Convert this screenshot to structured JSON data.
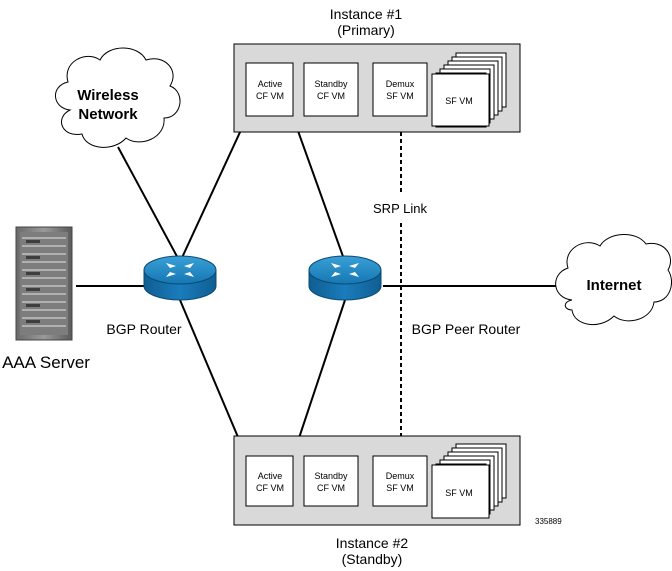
{
  "instance1": {
    "title": "Instance #1",
    "subtitle": "(Primary)",
    "active_cf": [
      "Active",
      "CF VM"
    ],
    "standby_cf": [
      "Standby",
      "CF VM"
    ],
    "demux_sf": [
      "Demux",
      "SF VM"
    ],
    "sf": "SF VM"
  },
  "instance2": {
    "title": "Instance #2",
    "subtitle": "(Standby)",
    "active_cf": [
      "Active",
      "CF VM"
    ],
    "standby_cf": [
      "Standby",
      "CF VM"
    ],
    "demux_sf": [
      "Demux",
      "SF VM"
    ],
    "sf": "SF VM"
  },
  "wireless_network": [
    "Wireless",
    "Network"
  ],
  "internet": "Internet",
  "aaa_server": "AAA Server",
  "bgp_router": "BGP Router",
  "bgp_peer_router": "BGP Peer Router",
  "srp_link": "SRP Link",
  "figure_id": "335889"
}
